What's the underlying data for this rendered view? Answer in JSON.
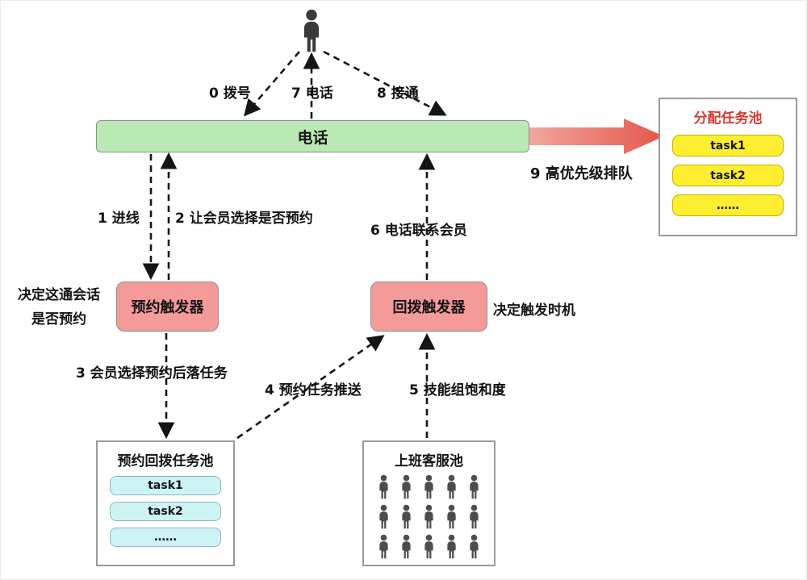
{
  "diagram": {
    "phone_bar": {
      "label": "电话"
    },
    "steps": {
      "s0": "0 拨号",
      "s1": "1 进线",
      "s2": "2 让会员选择是否预约",
      "s3": "3 会员选择预约后落任务",
      "s4": "4 预约任务推送",
      "s5": "5 技能组饱和度",
      "s6": "6 电话联系会员",
      "s7": "7 电话",
      "s8": "8 接通",
      "s9": "9 高优先级排队"
    },
    "reservation_trigger": {
      "label": "预约触发器",
      "note_line1": "决定这通会话",
      "note_line2": "是否预约"
    },
    "callback_trigger": {
      "label": "回拨触发器",
      "note": "决定触发时机"
    },
    "assigned_task_pool": {
      "title": "分配任务池",
      "title_color": "#d43a2f",
      "tasks": [
        "task1",
        "task2",
        "……"
      ]
    },
    "reservation_task_pool": {
      "title": "预约回拨任务池",
      "tasks": [
        "task1",
        "task2",
        "……"
      ]
    },
    "staff_pool": {
      "title": "上班客服池",
      "people_count": 15
    },
    "icons": {
      "member": "person-icon",
      "staff": "person-icon"
    },
    "colors": {
      "phone_bar_fill": "#b9eab4",
      "trigger_fill": "#f49b99",
      "task_yellow_fill": "#fdee30",
      "task_cyan_fill": "#cdf3f5",
      "arrow_gradient_start": "#f2a79e",
      "arrow_gradient_end": "#e4564a"
    }
  }
}
